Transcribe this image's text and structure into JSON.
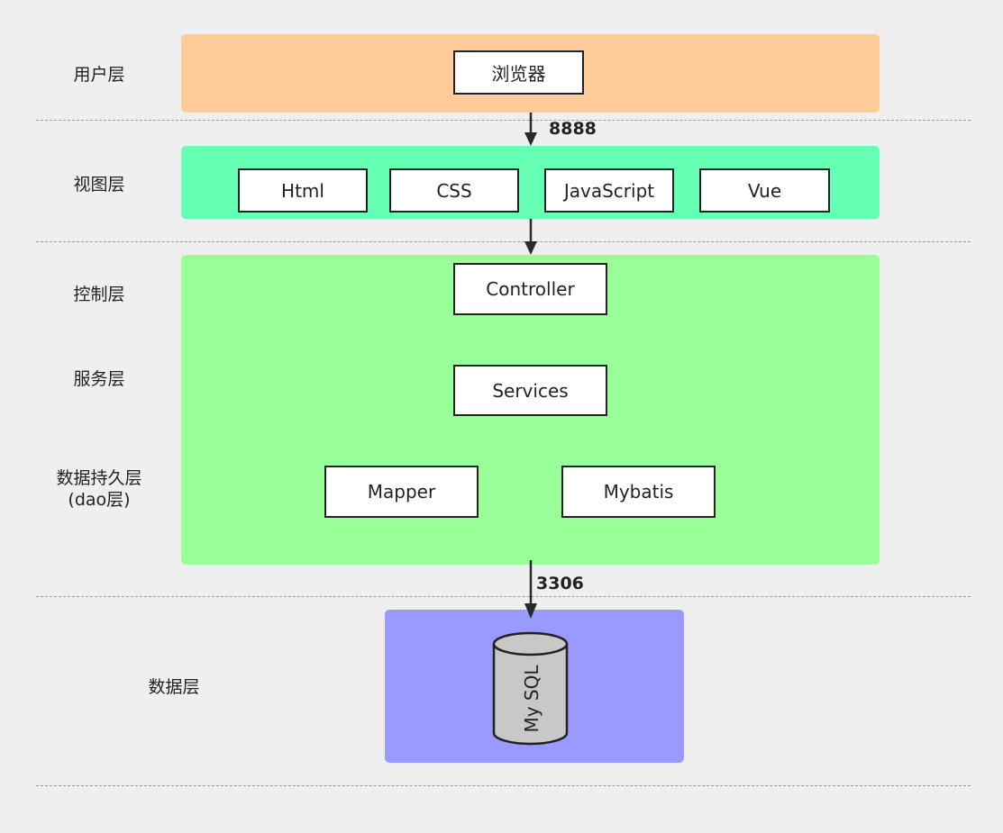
{
  "layers": {
    "user": "用户层",
    "view": "视图层",
    "controller": "控制层",
    "service": "服务层",
    "persistence_line1": "数据持久层",
    "persistence_line2": "(dao层)",
    "data": "数据层"
  },
  "nodes": {
    "browser": "浏览器",
    "html": "Html",
    "css": "CSS",
    "javascript": "JavaScript",
    "vue": "Vue",
    "controller": "Controller",
    "services": "Services",
    "mapper": "Mapper",
    "mybatis": "Mybatis",
    "mysql": "My SQL"
  },
  "ports": {
    "http": "8888",
    "db": "3306"
  },
  "colors": {
    "background": "#efefef",
    "user_layer": "#ffcc99",
    "view_layer": "#66ffb3",
    "backend_layer": "#99ff99",
    "data_layer": "#9999ff",
    "database": "#c8c8c8"
  }
}
